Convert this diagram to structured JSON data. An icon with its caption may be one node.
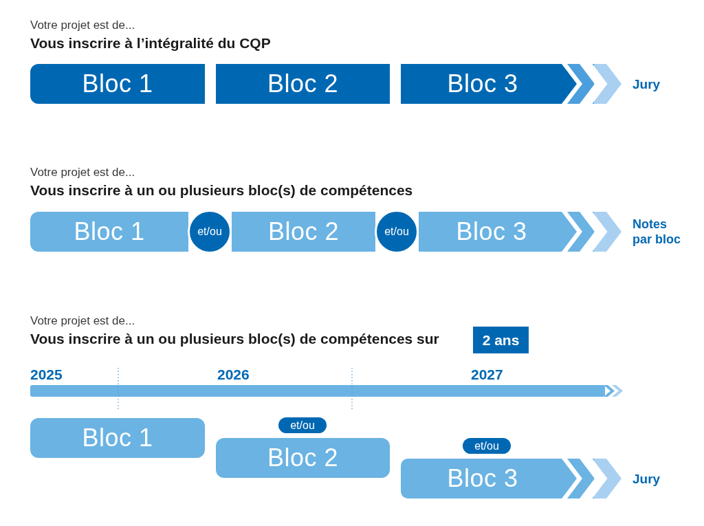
{
  "diagram": {
    "nodes": [
      {
        "text": [
          "Bloc 1"
        ]
      },
      {
        "text": [
          "Bloc 2"
        ]
      },
      {
        "text": [
          "Bloc 3"
        ]
      },
      {
        "text": [
          "Jury"
        ]
      },
      {
        "text": [
          "Bloc 1"
        ]
      },
      {
        "text": [
          "et/ou"
        ]
      },
      {
        "text": [
          "Bloc 2"
        ]
      },
      {
        "text": [
          "et/ou"
        ]
      },
      {
        "text": [
          "Bloc 3"
        ]
      },
      {
        "text": [
          "Notes par bloc"
        ]
      },
      {
        "text": [
          "2 ans"
        ]
      },
      {
        "text": [
          "Bloc 1"
        ]
      },
      {
        "text": [
          "et/ou"
        ]
      },
      {
        "text": [
          "Bloc 2"
        ]
      },
      {
        "text": [
          "et/ou"
        ]
      },
      {
        "text": [
          "Bloc 3"
        ]
      },
      {
        "text": [
          "Jury"
        ]
      }
    ],
    "edges": [
      {
        "from": 2,
        "to": 3,
        "arrow": "to"
      },
      {
        "from": 8,
        "to": 9,
        "arrow": "to"
      },
      {
        "from": 15,
        "to": 16,
        "arrow": "to"
      }
    ],
    "labels": [
      "Votre projet est de...",
      "Vous inscrire à l’intégralité du CQP",
      "Votre projet est de...",
      "Vous inscrire à un ou plusieurs bloc(s) de compétences",
      "Votre projet est de...",
      "Vous inscrire à un ou plusieurs bloc(s) de compétences sur",
      "2025",
      "2026",
      "2027"
    ]
  }
}
